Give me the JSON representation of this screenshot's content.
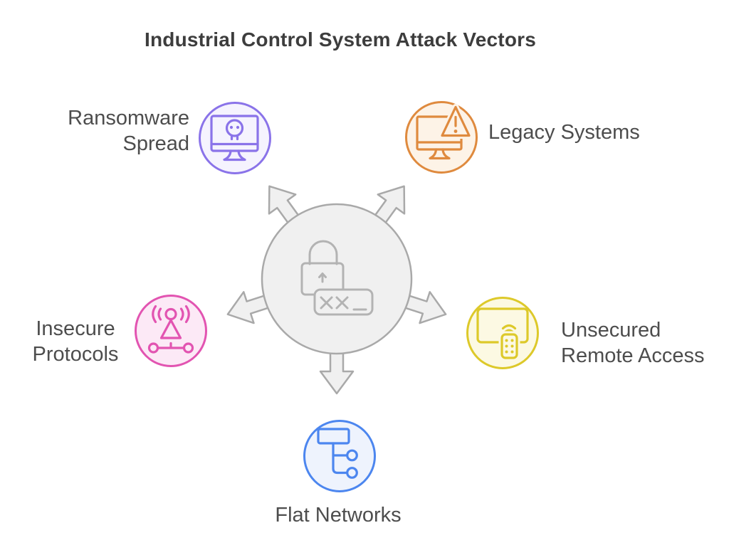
{
  "title": "Industrial Control System Attack Vectors",
  "hub": {
    "icon": "compromised-credentials-lock-icon",
    "password_mask": "xx_",
    "circle_color": "#a9a9a9",
    "fill_color": "#f0f0f0",
    "lock_color": "#b3b3b3",
    "arrow_count": 5
  },
  "nodes": [
    {
      "id": "ransomware-spread",
      "label": "Ransomware\nSpread",
      "icon": "monitor-skull-icon",
      "accent": "#8a73e9",
      "fill": "#f5f3fe"
    },
    {
      "id": "legacy-systems",
      "label": "Legacy Systems",
      "icon": "monitor-warning-icon",
      "accent": "#df8a3e",
      "fill": "#fdf3e7"
    },
    {
      "id": "insecure-protocols",
      "label": "Insecure\nProtocols",
      "icon": "antenna-broadcast-icon",
      "accent": "#e254b1",
      "fill": "#fce9f6"
    },
    {
      "id": "unsecured-remote-access",
      "label": "Unsecured\nRemote Access",
      "icon": "remote-control-screen-icon",
      "accent": "#ddc92a",
      "fill": "#fcf9e3"
    },
    {
      "id": "flat-networks",
      "label": "Flat Networks",
      "icon": "flowchart-network-icon",
      "accent": "#4c86ef",
      "fill": "#eef3fd"
    }
  ]
}
